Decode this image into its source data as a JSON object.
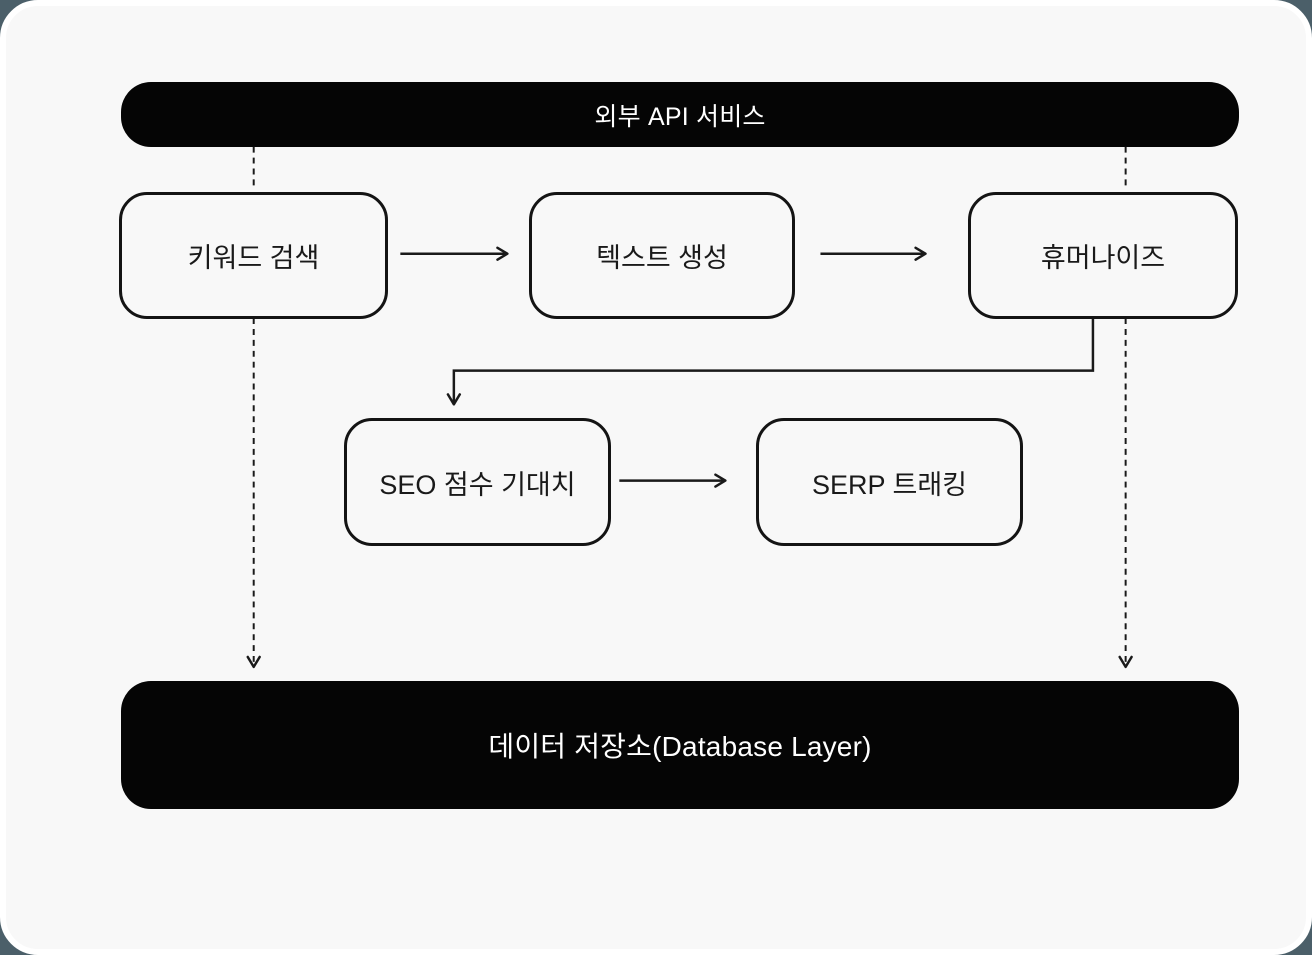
{
  "diagram": {
    "top_bar": {
      "label": "외부 API 서비스"
    },
    "bottom_bar": {
      "label": "데이터 저장소(Database Layer)"
    },
    "nodes": [
      {
        "id": "keyword-search",
        "label": "키워드 검색"
      },
      {
        "id": "text-generation",
        "label": "텍스트 생성"
      },
      {
        "id": "humanize",
        "label": "휴머나이즈"
      },
      {
        "id": "seo-score",
        "label": "SEO 점수 기대치"
      },
      {
        "id": "serp-tracking",
        "label": "SERP 트래킹"
      }
    ],
    "edges": [
      {
        "from": "키워드 검색",
        "to": "텍스트 생성",
        "style": "solid-arrow"
      },
      {
        "from": "텍스트 생성",
        "to": "휴머나이즈",
        "style": "solid-arrow"
      },
      {
        "from": "휴머나이즈",
        "to": "SEO 점수 기대치",
        "style": "solid-elbow-arrow"
      },
      {
        "from": "SEO 점수 기대치",
        "to": "SERP 트래킹",
        "style": "solid-arrow"
      },
      {
        "from": "외부 API 서비스",
        "to": "데이터 저장소(Database Layer)",
        "via": "키워드 검색",
        "style": "dashed-arrow"
      },
      {
        "from": "외부 API 서비스",
        "to": "데이터 저장소(Database Layer)",
        "via": "휴머나이즈",
        "style": "dashed-arrow"
      }
    ],
    "colors": {
      "canvas_bg": "#f8f8f8",
      "page_border": "#ffffff",
      "outside_bg": "#4b5f69",
      "bar_bg": "#050505",
      "bar_text": "#ffffff",
      "node_border": "#141414",
      "node_text": "#1a1a1a",
      "connector": "#1a1a1a"
    }
  }
}
